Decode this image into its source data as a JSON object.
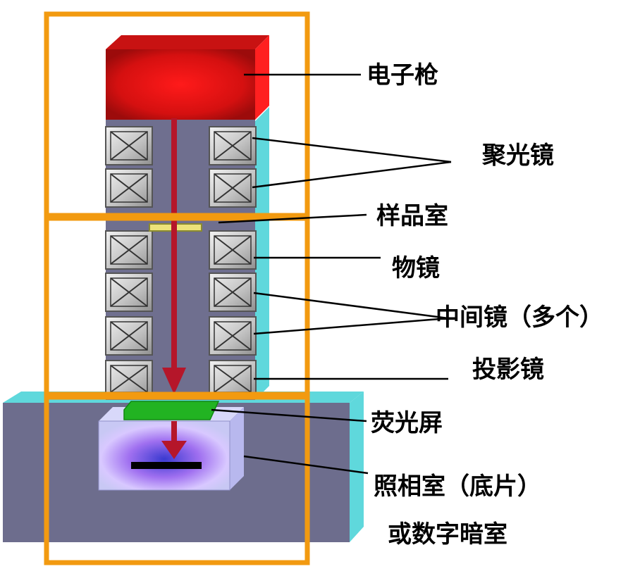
{
  "labels": {
    "electron_gun": "电子枪",
    "condenser_lens": "聚光镜",
    "sample_chamber": "样品室",
    "objective_lens": "物镜",
    "intermediate_lens": "中间镜（多个）",
    "projector_lens": "投影镜",
    "fluorescent_screen": "荧光屏",
    "camera_chamber": "照相室（底片）",
    "digital_darkroom": "或数字暗室"
  },
  "colors": {
    "electron_gun": "#e01010",
    "column_body": "#6f6f8f",
    "column_side": "#5fd8dc",
    "coil": "#c8c8c8",
    "beam_arrow": "#b5162a",
    "screen": "#22b322",
    "sample": "#e8e060",
    "frame": "#f29a10",
    "camera_box": "#b8b8f0",
    "film": "#000000"
  },
  "icons": {
    "coil": "crossed-box-icon",
    "beam": "down-arrow-icon"
  }
}
